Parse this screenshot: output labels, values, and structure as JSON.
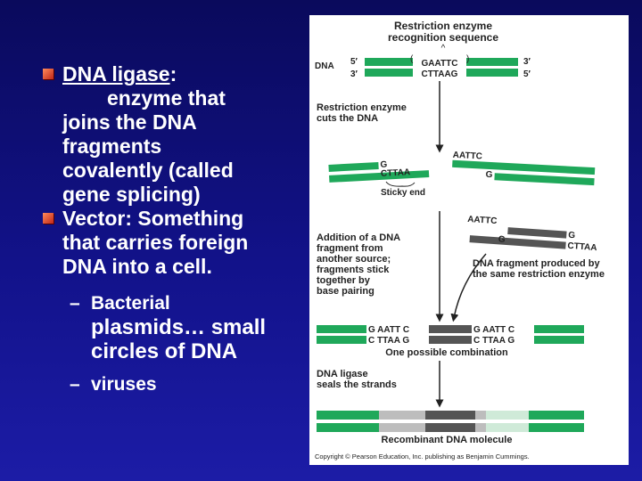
{
  "bullets": {
    "ligase_term": "DNA ligase",
    "ligase_colon": ":",
    "ligase_l1": "enzyme that",
    "ligase_l2": "joins the DNA",
    "ligase_l3": "fragments",
    "ligase_l4": "covalently (called",
    "ligase_l5": "gene splicing)",
    "vector_l1": "Vector: Something",
    "vector_l2": "that carries foreign",
    "vector_l3": "DNA into a cell.",
    "sub1_a": "Bacterial",
    "sub1_b": "plasmids… small",
    "sub1_c": "circles of DNA",
    "sub2": "viruses"
  },
  "diagram": {
    "title_l1": "Restriction enzyme",
    "title_l2": "recognition sequence",
    "dna_label": "DNA",
    "five_prime": "5′",
    "three_prime": "3′",
    "site_top": "GAATTC",
    "site_bottom": "CTTAAG",
    "cut_l1": "Restriction enzyme",
    "cut_l2": "cuts the DNA",
    "left_top": "G",
    "left_bottom": "CTTAA",
    "right_top": "AATTC",
    "right_bottom": "G",
    "sticky_end": "Sticky end",
    "add_l1": "Addition of a DNA",
    "add_l2": "fragment from",
    "add_l3": "another source;",
    "add_l4": "fragments stick",
    "add_l5": "together by",
    "add_l6": "base pairing",
    "frag_left_top": "AATTC",
    "frag_left_bottom": "G",
    "frag_right_top": "G",
    "frag_right_bottom": "CTTAA",
    "frag_l1": "DNA fragment produced by",
    "frag_l2": "the same restriction enzyme",
    "comb1_top": "G AATT C",
    "comb1_bottom": "C TTAA G",
    "comb2_top": "G AATT C",
    "comb2_bottom": "C TTAA G",
    "combo": "One possible combination",
    "ligase_l1": "DNA ligase",
    "ligase_l2": "seals the strands",
    "recomb": "Recombinant DNA molecule",
    "copyright": "Copyright © Pearson Education, Inc. publishing as Benjamin Cummings."
  },
  "colors": {
    "green": "#1fa85a",
    "dark_gray": "#555555",
    "light_gray": "#bdbdbd",
    "bullet": "#d03a22"
  }
}
